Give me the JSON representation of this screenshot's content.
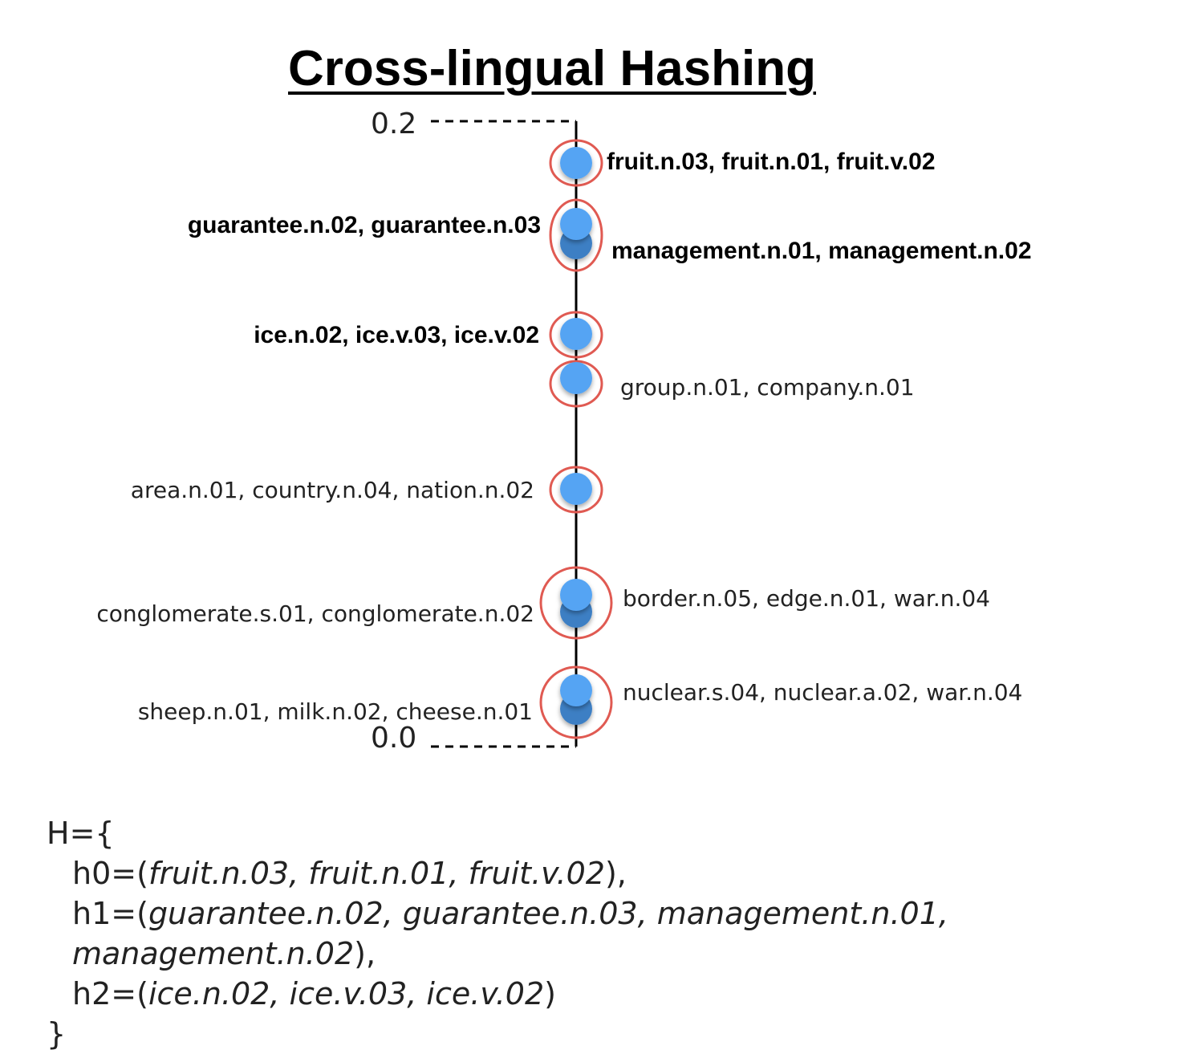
{
  "title": "Cross-lingual Hashing",
  "axis": {
    "top_label": "0.2",
    "bottom_label": "0.0"
  },
  "clusters": [
    {
      "id": "fruit",
      "labels_right": "fruit.n.03, fruit.n.01, fruit.v.02",
      "labels_left": "",
      "bold": true,
      "points": 1
    },
    {
      "id": "guarantee-management",
      "labels_left": "guarantee.n.02, guarantee.n.03",
      "labels_right": "management.n.01, management.n.02",
      "bold": true,
      "points": 2
    },
    {
      "id": "ice",
      "labels_left": "ice.n.02, ice.v.03, ice.v.02",
      "labels_right": "",
      "bold": true,
      "points": 1
    },
    {
      "id": "group",
      "labels_left": "",
      "labels_right": "group.n.01, company.n.01",
      "bold": false,
      "points": 1
    },
    {
      "id": "area",
      "labels_left": "area.n.01, country.n.04, nation.n.02",
      "labels_right": "",
      "bold": false,
      "points": 1
    },
    {
      "id": "conglomerate-border",
      "labels_left": "conglomerate.s.01, conglomerate.n.02",
      "labels_right": "border.n.05, edge.n.01, war.n.04",
      "bold": false,
      "points": 2
    },
    {
      "id": "sheep-nuclear",
      "labels_left": "sheep.n.01, milk.n.02, cheese.n.01",
      "labels_right": "nuclear.s.04, nuclear.a.02, war.n.04",
      "bold": false,
      "points": 2
    }
  ],
  "hashset": {
    "open": "H={",
    "entries": [
      {
        "prefix": "h0=(",
        "items": "fruit.n.03, fruit.n.01, fruit.v.02",
        "suffix": "),"
      },
      {
        "prefix": "h1=(",
        "items": "guarantee.n.02, guarantee.n.03, management.n.01, management.n.02",
        "suffix": "),"
      },
      {
        "prefix": "h2=(",
        "items": "ice.n.02, ice.v.03, ice.v.02",
        "suffix": ")"
      }
    ],
    "close": "}"
  },
  "colors": {
    "point": "#55a4f3",
    "point_shadow": "#3d7fc4",
    "ring": "#e05a52",
    "axis": "#000000"
  }
}
